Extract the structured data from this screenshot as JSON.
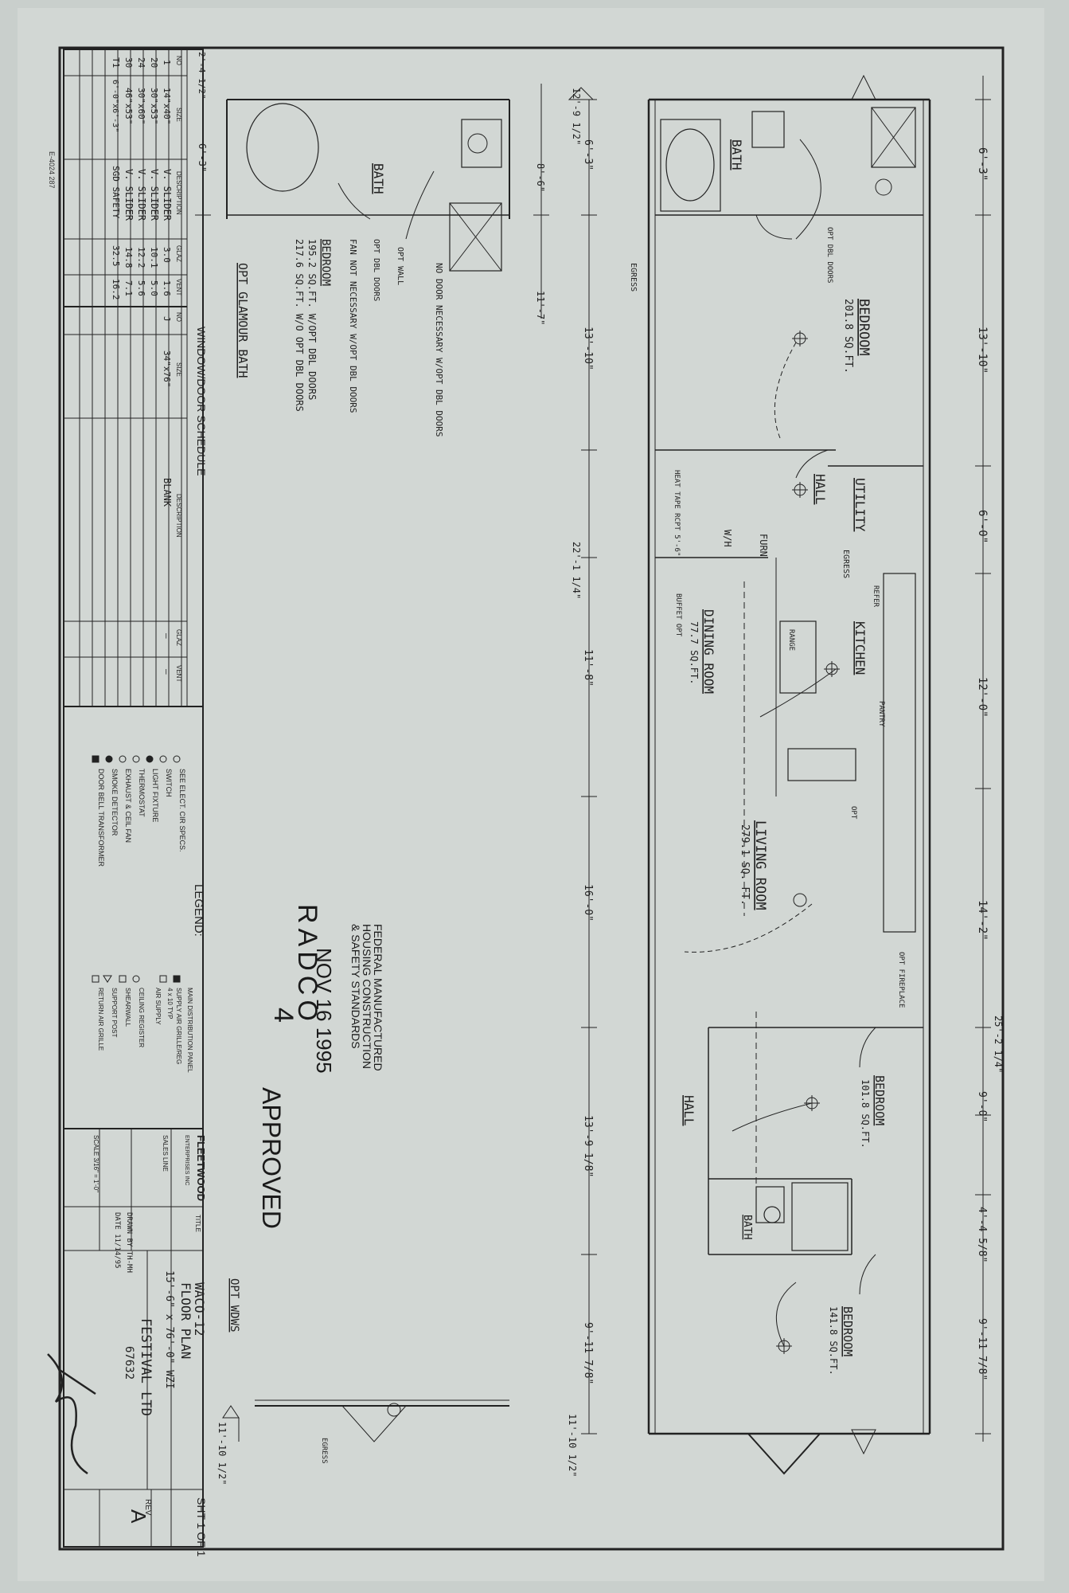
{
  "sheet_id": "E-4024 287",
  "plan": {
    "top_dims": [
      "6'-3\"",
      "13'-10\"",
      "6'-0\"",
      "12'-0\"",
      "14'-2\"",
      "25'-2 1/4\"",
      "9'-0\"",
      "4'-4 5/8\"",
      "9'-11 7/8\""
    ],
    "bottom_dims": [
      "6'-3\"",
      "13'-10\"",
      "22'-1 1/4\"",
      "11'-8\"",
      "16'-0\"",
      "13'-9 1/8\"",
      "9'-11 7/8\"",
      "11'-10 1/2\""
    ],
    "corner_dim": "12'-9 1/2\"",
    "rooms": {
      "bedroom1": {
        "name": "BEDROOM",
        "area": "201.8 SQ.FT."
      },
      "bath1": "BATH",
      "hall1": "HALL",
      "utility": "UTILITY",
      "wh": "W/H",
      "furn": "FURN",
      "kitchen": "KITCHEN",
      "dining": {
        "name": "DINING ROOM",
        "area": "77.7 SQ.FT."
      },
      "living": {
        "name": "LIVING ROOM",
        "area": "279.1 SQ. FT."
      },
      "hall2": "HALL",
      "bedroom2": {
        "name": "BEDROOM",
        "area": "101.8 SQ.FT."
      },
      "bath2": "BATH",
      "bedroom3": {
        "name": "BEDROOM",
        "area": "141.8 SQ.FT."
      }
    },
    "notes": {
      "egress": "EGRESS",
      "opt": "OPT",
      "opt_dbl_doors": "OPT DBL DOORS",
      "refer": "REFER",
      "range": "RANGE",
      "pantry": "PANTRY",
      "buffet": "BUFFET OPT",
      "opt_fireplace": "OPT FIREPLACE",
      "heat_tape": "HEAT TAPE RCPT 5'-6\""
    }
  },
  "glamour_bath": {
    "title": "OPT GLAMOUR BATH",
    "bath": "BATH",
    "bedroom": "BEDROOM",
    "area1": "195.2 SQ.FT. W/OPT DBL DOORS",
    "area2": "217.6 SQ.FT. W/O OPT DBL DOORS",
    "note1": "NO DOOR NECESSARY W/OPT DBL DOORS",
    "note2": "OPT WALL",
    "note3": "OPT DBL DOORS",
    "note4": "FAN NOT NECESSARY W/OPT DBL DOORS",
    "dims": [
      "2'-4 1/2\"",
      "6'-3\"",
      "8'-6\"",
      "11'-7\""
    ]
  },
  "stamp": {
    "org": "RADCO",
    "line1": "FEDERAL MANUFACTURED",
    "line2": "HOUSING CONSTRUCTION",
    "line3": "& SAFETY STANDARDS",
    "date": "NOV 16 1995",
    "number": "4",
    "status": "APPROVED"
  },
  "schedule": {
    "title": "WINDOW/DOOR SCHEDULE",
    "headers": [
      "NO",
      "SIZE",
      "DESCRIPTION",
      "GLAZ",
      "VENT",
      "NO",
      "SIZE",
      "DESCRIPTION",
      "GLAZ",
      "VENT"
    ],
    "rows": [
      [
        "1",
        "14\"x40\"",
        "V. SLIDER",
        "3.0",
        "1.6",
        "J",
        "34\"x76\"",
        "BLANK",
        "—",
        "—"
      ],
      [
        "20",
        "30\"x53\"",
        "V. SLIDER",
        "10.1",
        "5.0",
        "",
        "",
        "",
        "",
        ""
      ],
      [
        "24",
        "30\"x60\"",
        "V. SLIDER",
        "12.2",
        "5.6",
        "",
        "",
        "",
        "",
        ""
      ],
      [
        "30",
        "46\"x53\"",
        "V. SLIDER",
        "14.8",
        "7.1",
        "",
        "",
        "",
        "",
        ""
      ],
      [
        "T1",
        "6'-0\"x6'-3\"",
        "SGD SAFETY",
        "32.5",
        "16.2",
        "",
        "",
        "",
        "",
        ""
      ]
    ]
  },
  "legend": {
    "title": "LEGEND:",
    "left": [
      "SEE ELECT. CIR SPECS.",
      "SWITCH",
      "LIGHT FIXTURE",
      "THERMOSTAT",
      "EXHAUST & CEIL FAN",
      "SMOKE DETECTOR",
      "DOOR BELL TRANSFORMER"
    ],
    "right": [
      "MAIN DISTRIBUTION PANEL",
      "SUPPLY AIR GRILLE/REG",
      "4 x 10 TYP",
      "AIR SUPPLY",
      "CEILING REGISTER",
      "SHEARWALL",
      "SUPPORT POST",
      "RETURN AIR GRILLE"
    ]
  },
  "title_block": {
    "company": "FLEETWOOD",
    "company_sub": "ENTERPRISES INC",
    "title_label": "TITLE",
    "model": "WACO-12",
    "drawing": "FLOOR PLAN",
    "size": "15'-6\" x 76'-0\" WZI",
    "sales_line": "SALES LINE",
    "drawn_by": "DRAWN BY TH-MH",
    "date": "DATE 11/14/95",
    "scale": "SCALE 3/16\" = 1'-0\"",
    "series": "FESTIVAL LTD",
    "number": "67632",
    "sheet": "SHT 1 OF 1",
    "rev_label": "REV",
    "rev": "A"
  },
  "opt_window": {
    "label": "OPT WDWS",
    "dim": "11'-10 1/2\"",
    "egress": "EGRESS"
  }
}
